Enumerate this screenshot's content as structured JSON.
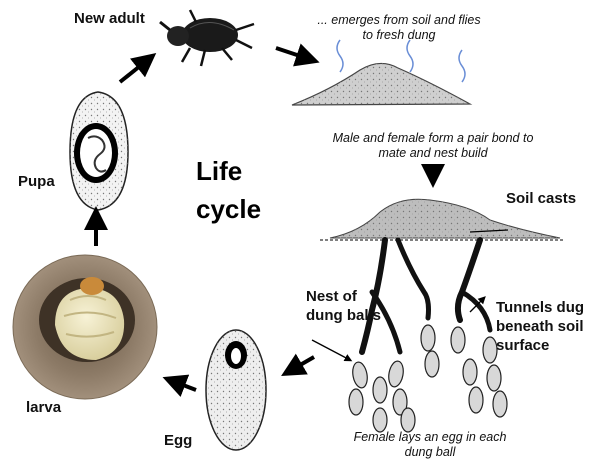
{
  "title_line1": "Life",
  "title_line2": "cycle",
  "stages": {
    "new_adult": "New adult",
    "pupa": "Pupa",
    "larva": "larva",
    "egg": "Egg"
  },
  "notes": {
    "emerges_line1": "... emerges from soil and flies",
    "emerges_line2": "to fresh dung",
    "pair_line1": "Male and female form a pair bond to",
    "pair_line2": "mate and nest build",
    "lays_line1": "Female lays an egg in each",
    "lays_line2": "dung ball"
  },
  "labels": {
    "soil_casts": "Soil casts",
    "nest_line1": "Nest of",
    "nest_line2": "dung  balls",
    "tunnels_line1": "Tunnels dug",
    "tunnels_line2": "beneath soil",
    "tunnels_line3": "surface"
  }
}
